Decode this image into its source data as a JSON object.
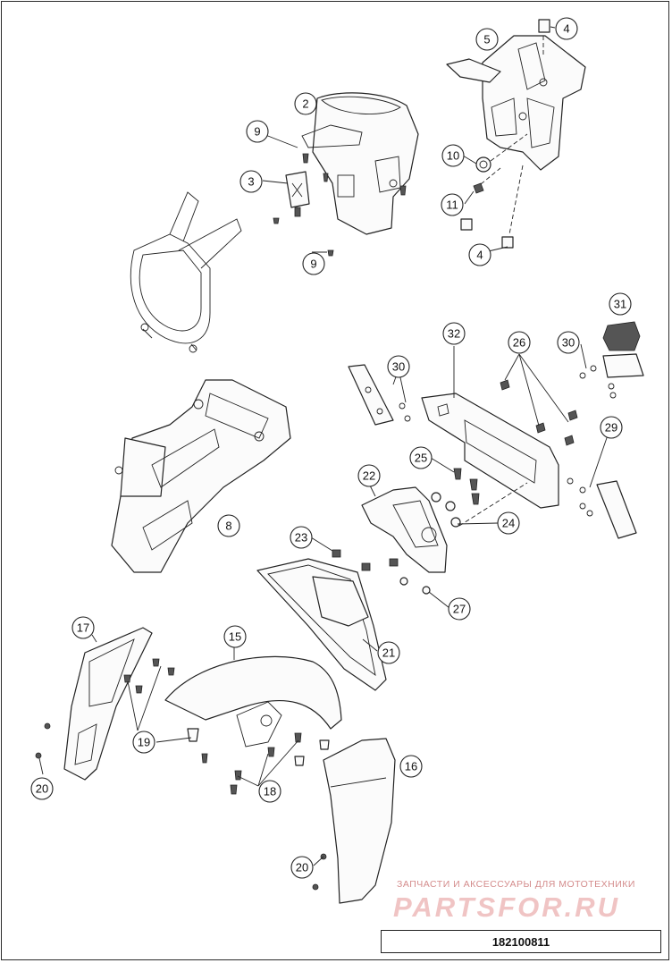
{
  "diagram": {
    "callouts": [
      {
        "id": "c-4a",
        "label": "4"
      },
      {
        "id": "c-5",
        "label": "5"
      },
      {
        "id": "c-2",
        "label": "2"
      },
      {
        "id": "c-9a",
        "label": "9"
      },
      {
        "id": "c-3",
        "label": "3"
      },
      {
        "id": "c-10",
        "label": "10"
      },
      {
        "id": "c-11",
        "label": "11"
      },
      {
        "id": "c-4b",
        "label": "4"
      },
      {
        "id": "c-9b",
        "label": "9"
      },
      {
        "id": "c-31",
        "label": "31"
      },
      {
        "id": "c-32",
        "label": "32"
      },
      {
        "id": "c-26",
        "label": "26"
      },
      {
        "id": "c-30a",
        "label": "30"
      },
      {
        "id": "c-30b",
        "label": "30"
      },
      {
        "id": "c-29",
        "label": "29"
      },
      {
        "id": "c-25",
        "label": "25"
      },
      {
        "id": "c-22",
        "label": "22"
      },
      {
        "id": "c-24",
        "label": "24"
      },
      {
        "id": "c-8",
        "label": "8"
      },
      {
        "id": "c-23",
        "label": "23"
      },
      {
        "id": "c-27",
        "label": "27"
      },
      {
        "id": "c-17",
        "label": "17"
      },
      {
        "id": "c-15",
        "label": "15"
      },
      {
        "id": "c-21",
        "label": "21"
      },
      {
        "id": "c-19",
        "label": "19"
      },
      {
        "id": "c-16",
        "label": "16"
      },
      {
        "id": "c-20a",
        "label": "20"
      },
      {
        "id": "c-18",
        "label": "18"
      },
      {
        "id": "c-20b",
        "label": "20"
      }
    ],
    "diagram_code": "182100811"
  },
  "watermark": {
    "caption": "ЗАПЧАСТИ И АКСЕССУАРЫ ДЛЯ МОТОТЕХНИКИ",
    "brand": "PARTSFOR.RU"
  }
}
